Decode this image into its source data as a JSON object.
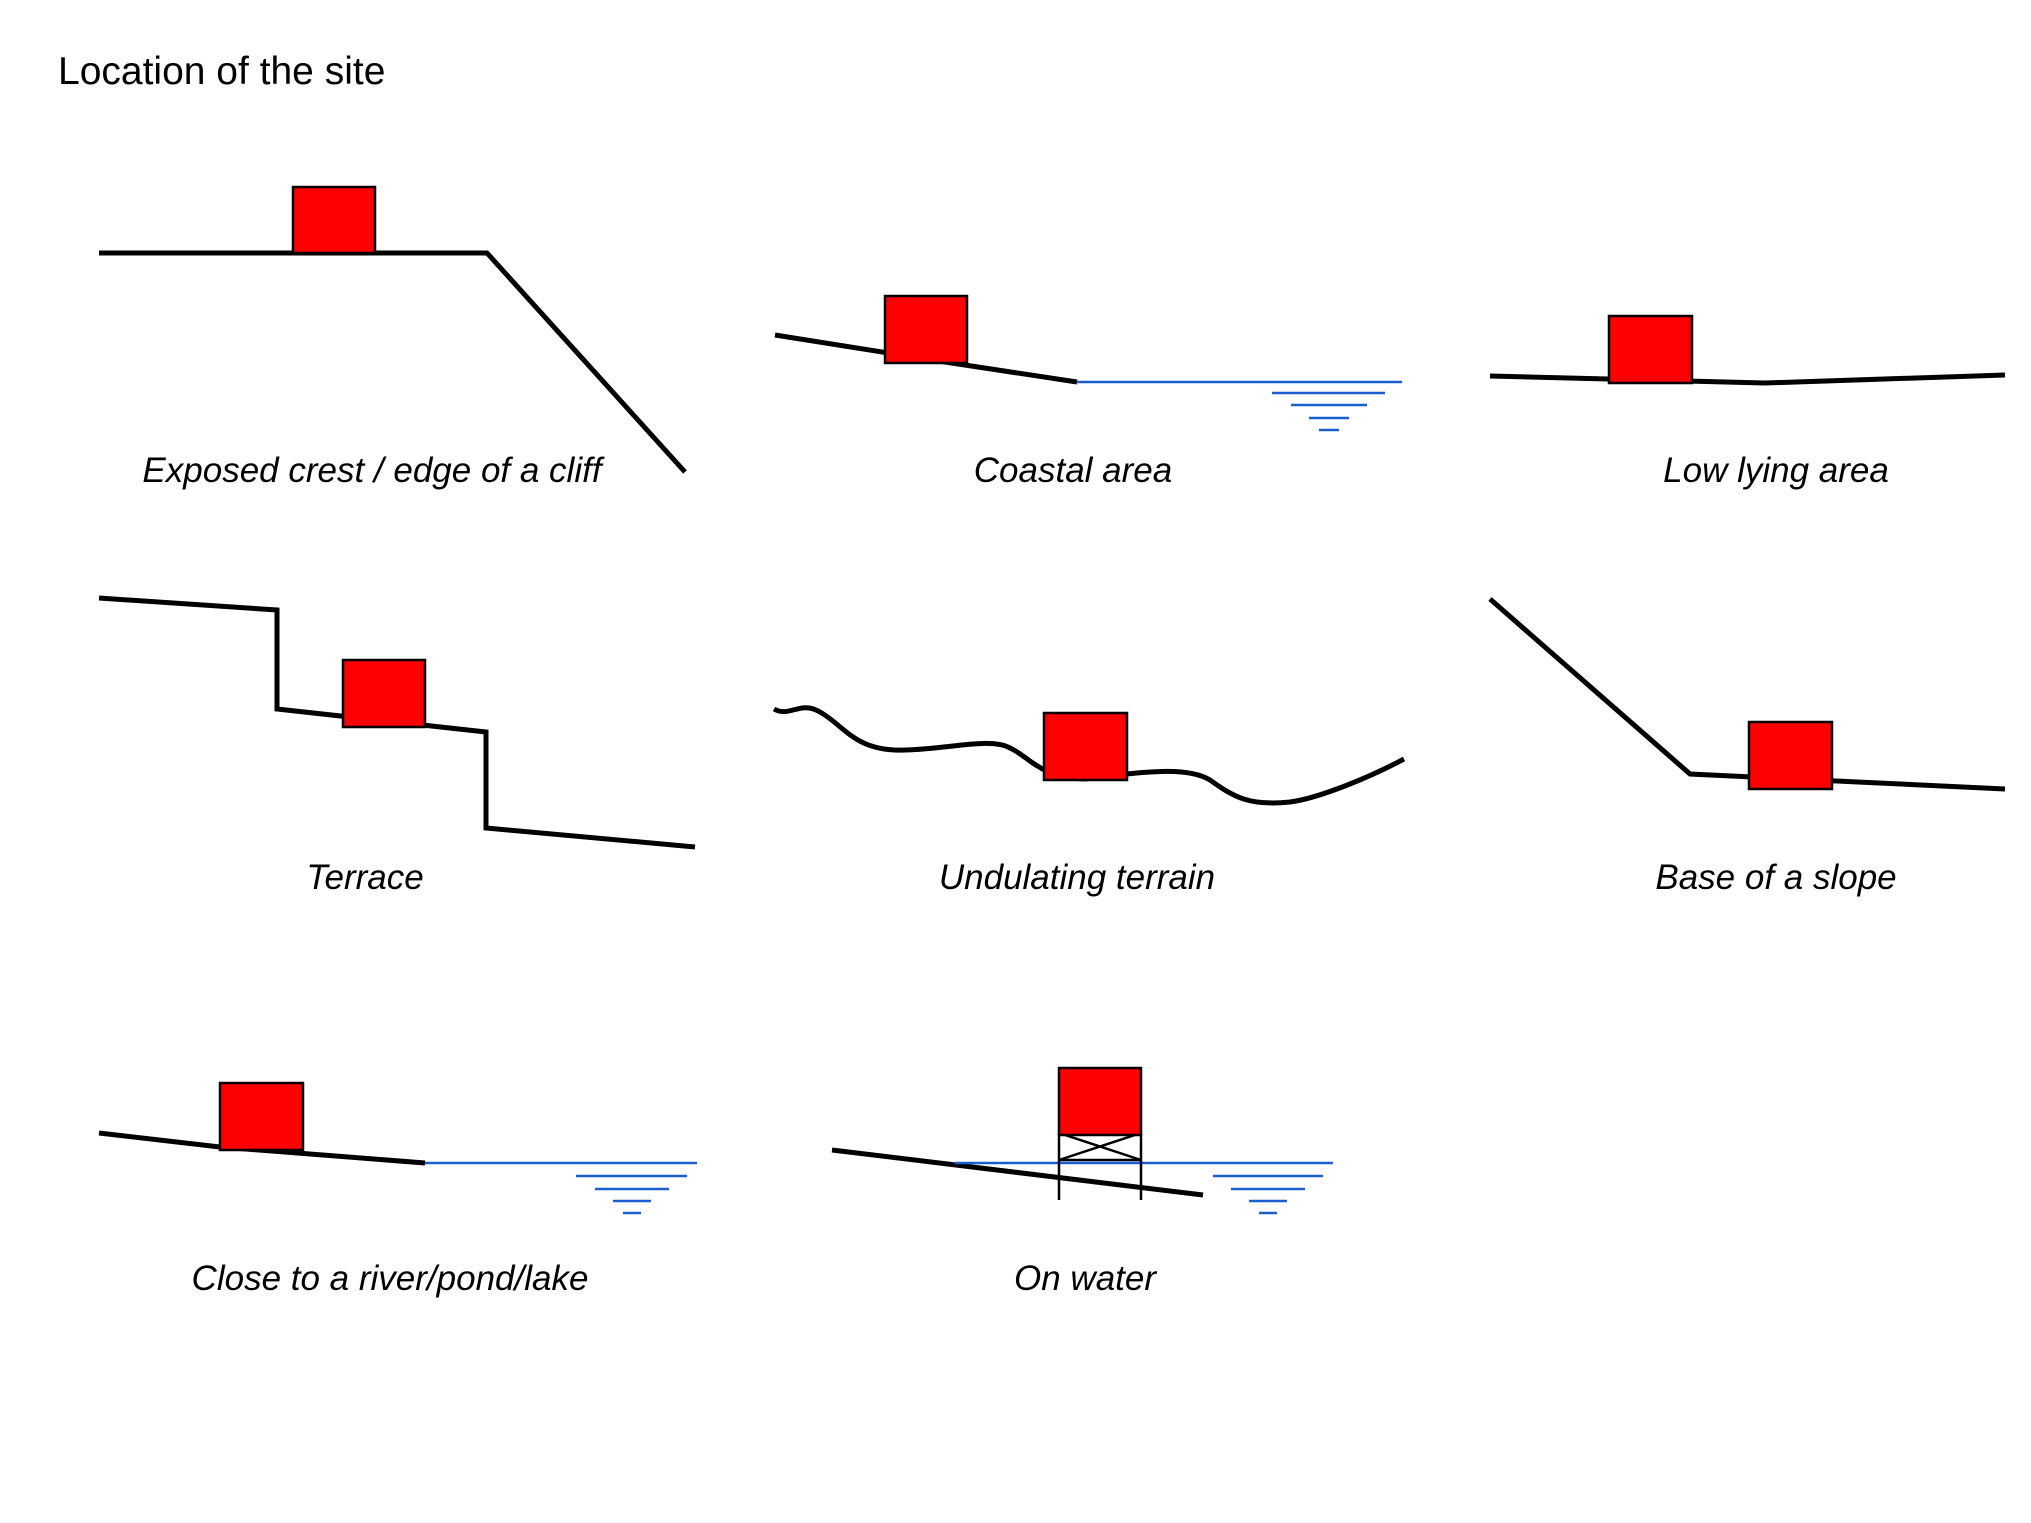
{
  "page_title": "Location of the site",
  "panels": [
    {
      "id": "cliff",
      "caption": "Exposed crest / edge of a cliff"
    },
    {
      "id": "coastal",
      "caption": "Coastal area"
    },
    {
      "id": "low-lying",
      "caption": "Low lying area"
    },
    {
      "id": "terrace",
      "caption": "Terrace"
    },
    {
      "id": "undulating",
      "caption": "Undulating terrain"
    },
    {
      "id": "slope-base",
      "caption": "Base of a slope"
    },
    {
      "id": "river",
      "caption": "Close to a river/pond/lake"
    },
    {
      "id": "on-water",
      "caption": "On water"
    }
  ],
  "colors": {
    "building": "#ff0000",
    "ground": "#000000",
    "water": "#1a5fd0",
    "background": "#ffffff"
  }
}
